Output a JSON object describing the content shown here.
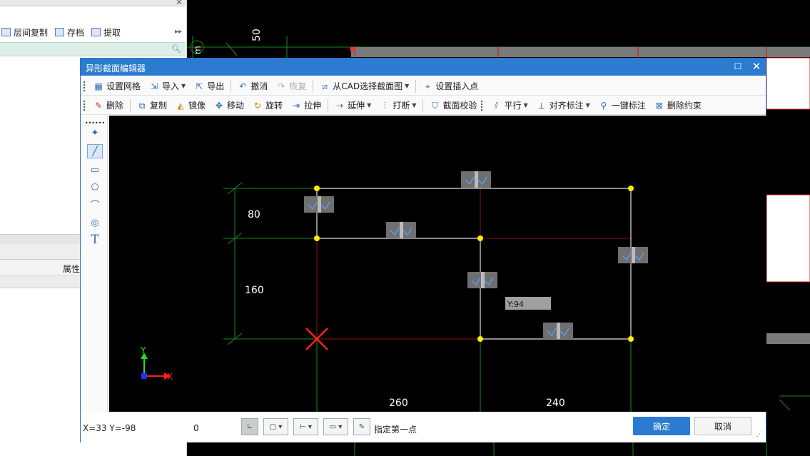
{
  "background": {
    "toolbar": {
      "floor_copy": "层间复制",
      "save": "存档",
      "extract": "提取"
    },
    "properties_label": "属性",
    "cad_text_top": "50",
    "cad_text_top_small": "m"
  },
  "dialog": {
    "title": "异形截面编辑器",
    "toolbar1": {
      "grid": "设置网格",
      "import": "导入",
      "export": "导出",
      "undo": "撤消",
      "redo": "恢复",
      "from_cad": "从CAD选择截面图",
      "insert_point": "设置插入点"
    },
    "toolbar2": {
      "delete": "删除",
      "copy": "复制",
      "mirror": "镜像",
      "move": "移动",
      "rotate": "旋转",
      "stretch": "拉伸",
      "extend": "延伸",
      "break": "打断",
      "check": "截面校验",
      "parallel": "平行",
      "align_dim": "对齐标注",
      "auto_dim": "一键标注",
      "delete_constraint": "删除约束"
    },
    "side_tools": {
      "text_tool": "T"
    },
    "canvas": {
      "dims": {
        "top_height": "80",
        "bottom_height": "160",
        "left_width": "260",
        "right_width": "240"
      },
      "tooltip": "Y:94",
      "axis_x": "X",
      "axis_y": "Y"
    },
    "status": {
      "coords": "X=33 Y=-98",
      "value": "0",
      "hint": "指定第一点",
      "ok": "确定",
      "cancel": "取消"
    }
  },
  "colors": {
    "title_bar": "#2b7bd1",
    "shape": "#e0e0e0",
    "vertex": "#ffee00",
    "grid_green": "#1b8a1b",
    "grid_red": "#8b1010",
    "origin": "#ff2020"
  }
}
